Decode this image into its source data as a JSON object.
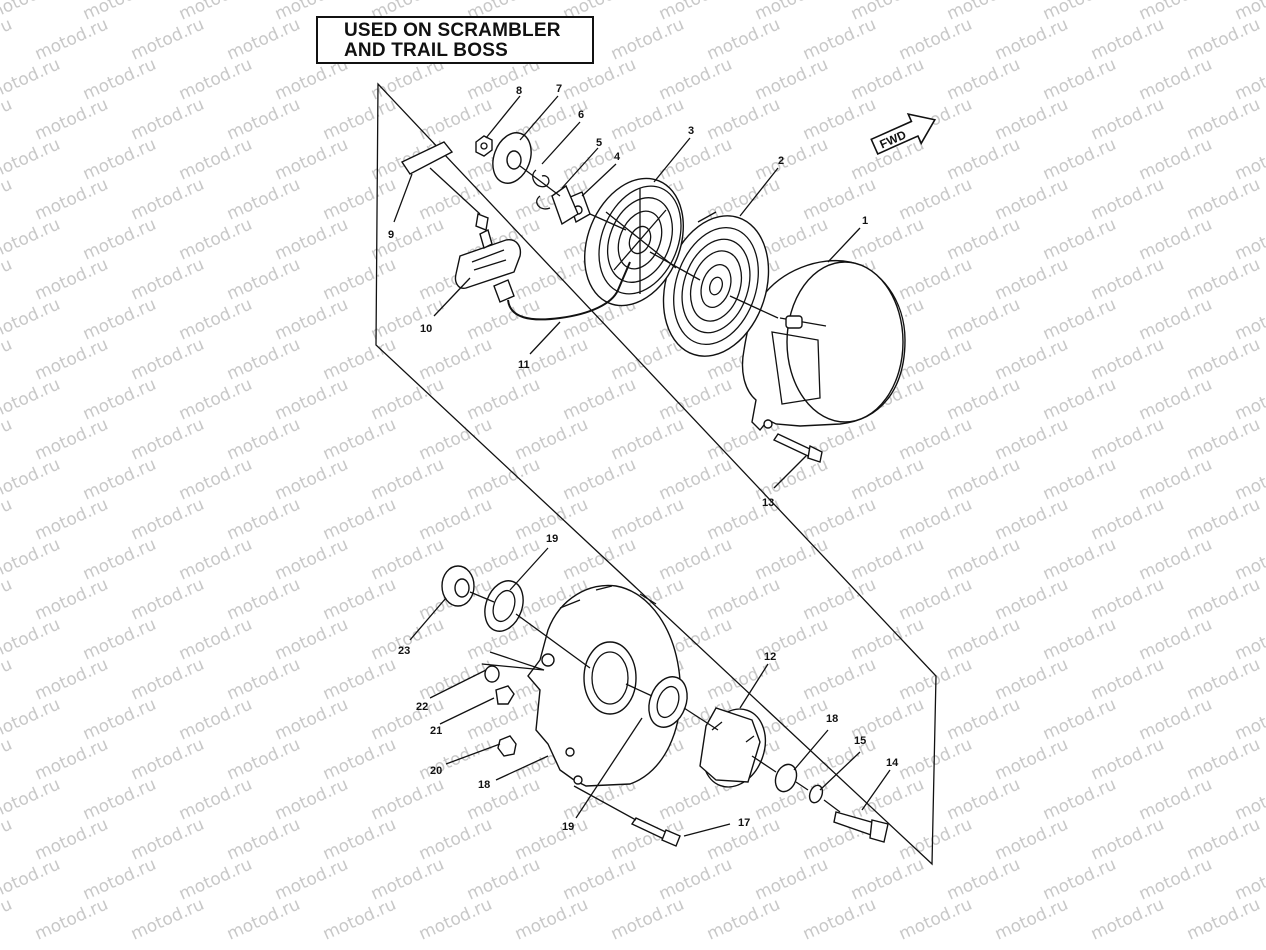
{
  "header": {
    "line1": "USED ON SCRAMBLER",
    "line2": "AND TRAIL BOSS"
  },
  "fwd_label": "FWD",
  "watermark": "motod.ru",
  "callouts": {
    "c1": "1",
    "c2": "2",
    "c3": "3",
    "c4": "4",
    "c5": "5",
    "c6": "6",
    "c7": "7",
    "c8": "8",
    "c9": "9",
    "c10": "10",
    "c11": "11",
    "c12": "12",
    "c13": "13",
    "c14": "14",
    "c15": "15",
    "c17": "17",
    "c18a": "18",
    "c18b": "18",
    "c19a": "19",
    "c19b": "19",
    "c20": "20",
    "c21": "21",
    "c22": "22",
    "c23": "23"
  }
}
